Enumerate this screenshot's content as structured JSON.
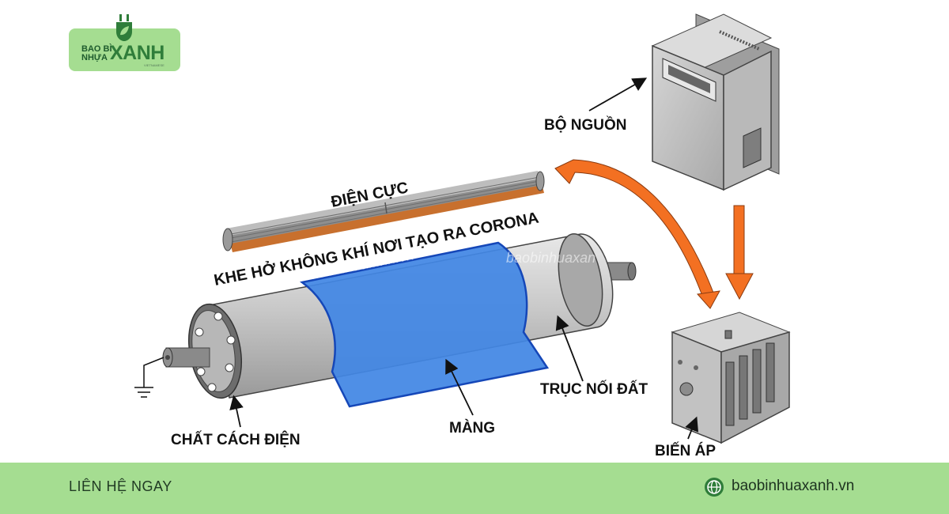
{
  "brand": {
    "line1": "BAO BÌ",
    "line2": "NHỰA",
    "highlight": "XANH",
    "tagline": "VIETNAMESE"
  },
  "labels": {
    "electrode": "ĐIỆN CỰC",
    "air_gap": "KHE HỞ KHÔNG KHÍ NƠI TẠO RA CORONA",
    "power_supply": "BỘ NGUỒN",
    "ground_roll": "TRỤC NỐI ĐẤT",
    "film": "MÀNG",
    "insulator": "CHẤT CÁCH ĐIỆN",
    "transformer": "BIẾN ÁP"
  },
  "watermarks": [
    "baobinhua...nh.vn",
    "baobinhuaxan"
  ],
  "footer": {
    "contact": "LIÊN HỆ NGAY",
    "website": "baobinhuaxanh.vn"
  },
  "colors": {
    "film": "#4286e4",
    "film_edge": "#1547b8",
    "arrow": "#f37022",
    "brand_green": "#a5dd91",
    "roller": "#c4c4c4",
    "electrode_strip": "#c8702e"
  },
  "icons": [
    "globe-icon",
    "ground-symbol-icon",
    "leaf-plug-icon"
  ]
}
